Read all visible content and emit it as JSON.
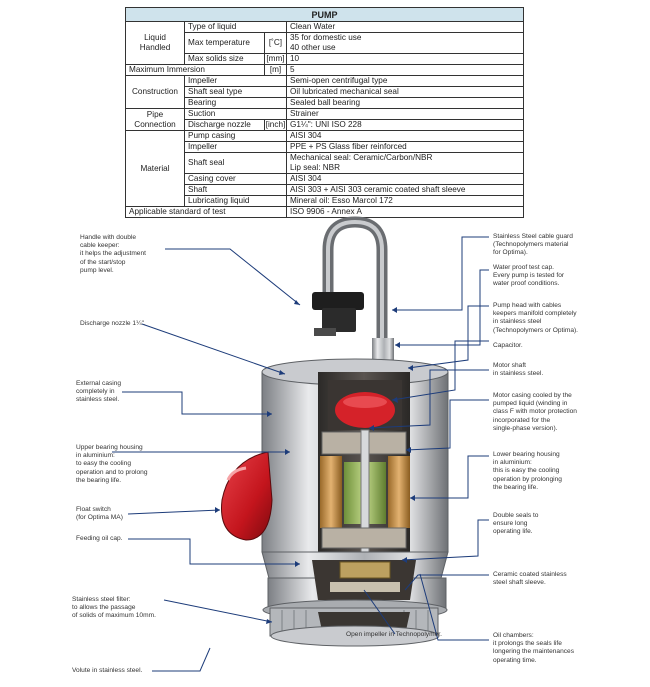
{
  "table": {
    "title": "PUMP",
    "liquid_group": "Liquid\nHandled",
    "type_label": "Type of liquid",
    "type_value": "Clean Water",
    "temp_label": "Max temperature",
    "temp_unit": "[˚C]",
    "temp_value": "35 for domestic use\n40 other use",
    "solids_label": "Max solids size",
    "solids_unit": "[mm]",
    "solids_value": "10",
    "immersion_label": "Maximum Immersion",
    "immersion_unit": "[m]",
    "immersion_value": "5",
    "construction_group": "Construction",
    "impeller_label": "Impeller",
    "impeller_value": "Semi-open centrifugal type",
    "shaftseal_label": "Shaft seal type",
    "shaftseal_value": "Oil lubricated mechanical seal",
    "bearing_label": "Bearing",
    "bearing_value": "Sealed ball bearing",
    "pipe_group": "Pipe\nConnection",
    "suction_label": "Suction",
    "suction_value": "Strainer",
    "discharge_label": "Discharge nozzle",
    "discharge_unit": "[inch]",
    "discharge_value": "G1¼\": UNI ISO 228",
    "material_group": "Material",
    "casing_label": "Pump casing",
    "casing_value": "AISI 304",
    "mat_impeller_label": "Impeller",
    "mat_impeller_value": "PPE + PS Glass fiber reinforced",
    "mat_seal_label": "Shaft seal",
    "mat_seal_value": "Mechanical seal: Ceramic/Carbon/NBR\nLip seal: NBR",
    "cover_label": "Casing cover",
    "cover_value": "AISI 304",
    "shaft_label": "Shaft",
    "shaft_value": "AISI 303 + AISI 303 ceramic coated shaft sleeve",
    "lub_label": "Lubricating liquid",
    "lub_value": "Mineral oil: Esso Marcol 172",
    "standard_label": "Applicable standard of test",
    "standard_value": "ISO 9906 - Annex A"
  },
  "labels": {
    "handle": "Handle with double\ncable keeper:\nit helps the adjustment\nof the start/stop\npump level.",
    "discharge": "Discharge nozzle 1¼\".",
    "external": "External casing\ncompletely in\nstainless steel.",
    "upper_bearing": "Upper bearing housing\nin aluminium:\nto easy the cooling\noperation and to prolong\nthe bearing life.",
    "float": "Float switch\n(for Optima MA)",
    "feeding": "Feeding oil cap.",
    "filter": "Stainless steel filter:\nto allows the passage\nof solids of maximum 10mm.",
    "volute": "Volute in stainless steel.",
    "impeller": "Open impeller in Technopolymer.",
    "cable_guard": "Stainless Steel cable guard\n(Technopolymers material\nfor Optima).",
    "test_cap": "Water proof test cap.\nEvery pump is tested for\nwater proof conditions.",
    "pump_head": "Pump head with cables\nkeepers manifold completely\nin stainless steel\n(Technopolymers or Optima).",
    "capacitor": "Capacitor.",
    "motor_shaft": "Motor shaft\nin stainless steel.",
    "motor_casing": "Motor casing cooled by the\npumped liquid (winding in\nclass F with motor protection\nincorporated for the\nsingle-phase version).",
    "lower_bearing": "Lower bearing housing\nin aluminium:\nthis is easy the cooling\noperation by prolonging\nthe bearing life.",
    "double_seals": "Double seals to\nensure long\noperating life.",
    "ceramic": "Ceramic coated stainless\nsteel shaft sleeve.",
    "oil_chambers": "Oil chambers:\nit prolongs the seals life\nlongering the maintenances\noperating time."
  }
}
